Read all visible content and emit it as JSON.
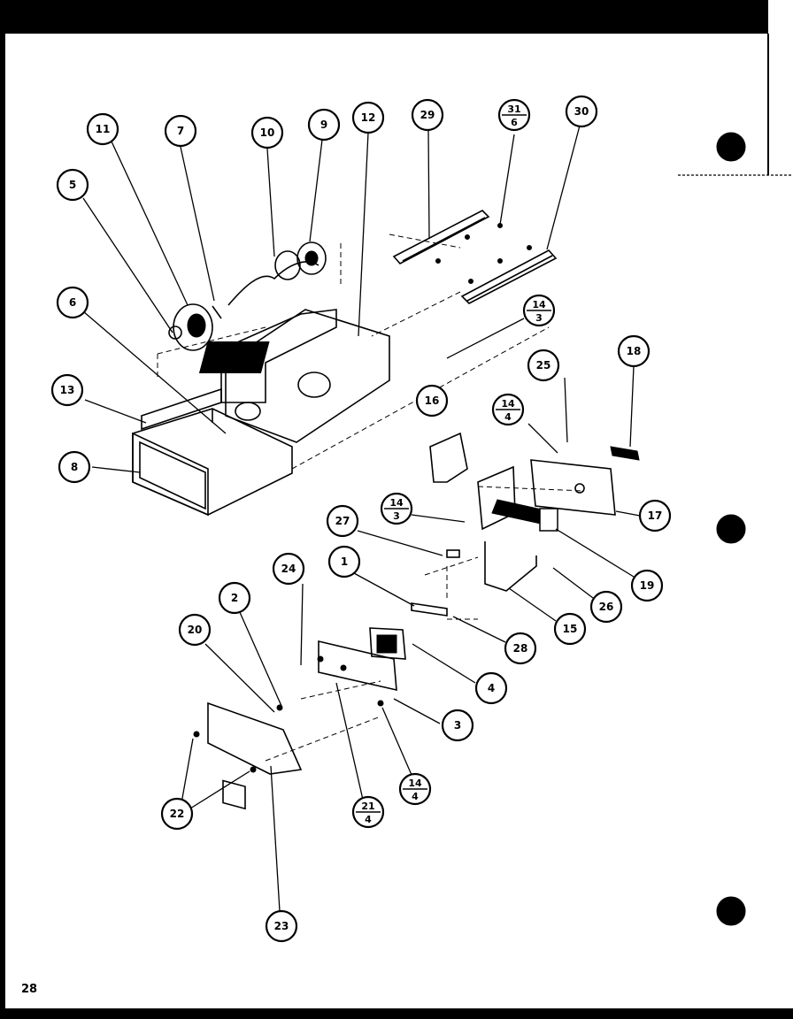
{
  "page_number": "28",
  "callouts": [
    {
      "id": "c11",
      "lines": [
        "11"
      ]
    },
    {
      "id": "c7",
      "lines": [
        "7"
      ]
    },
    {
      "id": "c10",
      "lines": [
        "10"
      ]
    },
    {
      "id": "c9",
      "lines": [
        "9"
      ]
    },
    {
      "id": "c12",
      "lines": [
        "12"
      ]
    },
    {
      "id": "c29",
      "lines": [
        "29"
      ]
    },
    {
      "id": "c31-6",
      "lines": [
        "31",
        "6"
      ]
    },
    {
      "id": "c30",
      "lines": [
        "30"
      ]
    },
    {
      "id": "c5",
      "lines": [
        "5"
      ]
    },
    {
      "id": "c6",
      "lines": [
        "6"
      ]
    },
    {
      "id": "c14-3a",
      "lines": [
        "14",
        "3"
      ]
    },
    {
      "id": "c13",
      "lines": [
        "13"
      ]
    },
    {
      "id": "c8",
      "lines": [
        "8"
      ]
    },
    {
      "id": "c16",
      "lines": [
        "16"
      ]
    },
    {
      "id": "c14-4a",
      "lines": [
        "14",
        "4"
      ]
    },
    {
      "id": "c25",
      "lines": [
        "25"
      ]
    },
    {
      "id": "c18",
      "lines": [
        "18"
      ]
    },
    {
      "id": "c17",
      "lines": [
        "17"
      ]
    },
    {
      "id": "c14-3b",
      "lines": [
        "14",
        "3"
      ]
    },
    {
      "id": "c27",
      "lines": [
        "27"
      ]
    },
    {
      "id": "c1",
      "lines": [
        "1"
      ]
    },
    {
      "id": "c19",
      "lines": [
        "19"
      ]
    },
    {
      "id": "c26",
      "lines": [
        "26"
      ]
    },
    {
      "id": "c15",
      "lines": [
        "15"
      ]
    },
    {
      "id": "c28",
      "lines": [
        "28"
      ]
    },
    {
      "id": "c24",
      "lines": [
        "24"
      ]
    },
    {
      "id": "c2",
      "lines": [
        "2"
      ]
    },
    {
      "id": "c20",
      "lines": [
        "20"
      ]
    },
    {
      "id": "c4",
      "lines": [
        "4"
      ]
    },
    {
      "id": "c3",
      "lines": [
        "3"
      ]
    },
    {
      "id": "c14-4b",
      "lines": [
        "14",
        "4"
      ]
    },
    {
      "id": "c21-4",
      "lines": [
        "21",
        "4"
      ]
    },
    {
      "id": "c22",
      "lines": [
        "22"
      ]
    },
    {
      "id": "c23",
      "lines": [
        "23"
      ]
    }
  ]
}
